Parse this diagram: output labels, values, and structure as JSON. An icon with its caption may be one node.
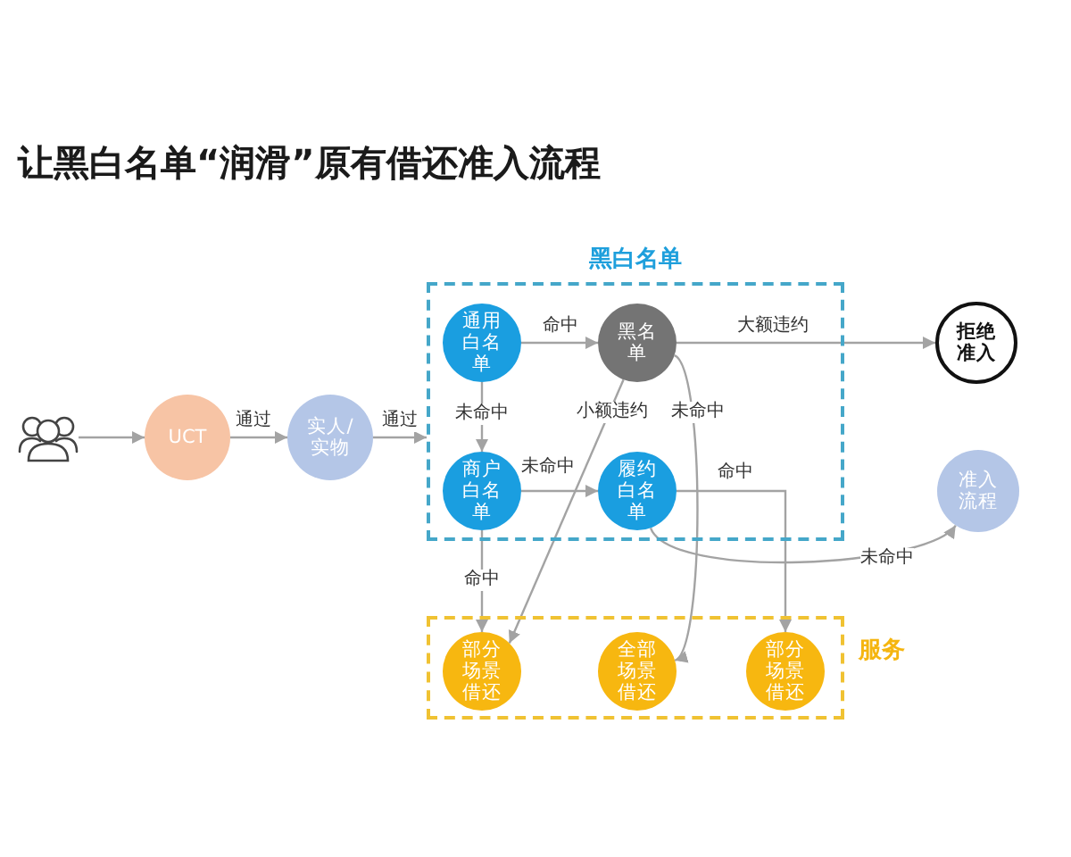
{
  "diagram": {
    "title": "让黑白名单“润滑”原有借还准入流程",
    "nodes": [
      {
        "text": [],
        "shape": "person"
      },
      {
        "text": [
          "UCT"
        ]
      },
      {
        "text": [
          "实人/实物"
        ]
      },
      {
        "text": [
          "黑白名单"
        ]
      },
      {
        "text": [
          "通用白名单"
        ],
        "in": 3
      },
      {
        "text": [
          "黑名单"
        ],
        "in": 3
      },
      {
        "text": [
          "商户白名单"
        ],
        "in": 3
      },
      {
        "text": [
          "履约白名单"
        ],
        "in": 3
      },
      {
        "text": [
          "拒绝准入"
        ]
      },
      {
        "text": [
          "准入流程"
        ]
      },
      {
        "text": [
          "服务"
        ]
      },
      {
        "text": [
          "部分场景借还"
        ],
        "in": 10
      },
      {
        "text": [
          "全部场景借还"
        ],
        "in": 10
      },
      {
        "text": [
          "部分场景借还"
        ],
        "in": 10
      }
    ],
    "edges": [
      {
        "from": 0,
        "to": 1,
        "arrow": "to"
      },
      {
        "from": 1,
        "to": 2,
        "arrow": "to",
        "label": "通过"
      },
      {
        "from": 2,
        "to": 3,
        "arrow": "to",
        "label": "通过"
      },
      {
        "from": 4,
        "to": 5,
        "arrow": "to",
        "label": "命中"
      },
      {
        "from": 4,
        "to": 6,
        "arrow": "to",
        "label": "未命中"
      },
      {
        "from": 5,
        "to": 8,
        "arrow": "to",
        "label": "大额违约"
      },
      {
        "from": 6,
        "to": 7,
        "arrow": "to",
        "label": "未命中"
      },
      {
        "from": 5,
        "to": 11,
        "arrow": "to",
        "label": "小额违约"
      },
      {
        "from": 5,
        "to": 12,
        "arrow": "to",
        "label": "未命中"
      },
      {
        "from": 6,
        "to": 11,
        "arrow": "to",
        "label": "命中"
      },
      {
        "from": 7,
        "to": 13,
        "arrow": "to",
        "label": "命中"
      },
      {
        "from": 7,
        "to": 9,
        "arrow": "to",
        "label": "未命中"
      }
    ]
  }
}
